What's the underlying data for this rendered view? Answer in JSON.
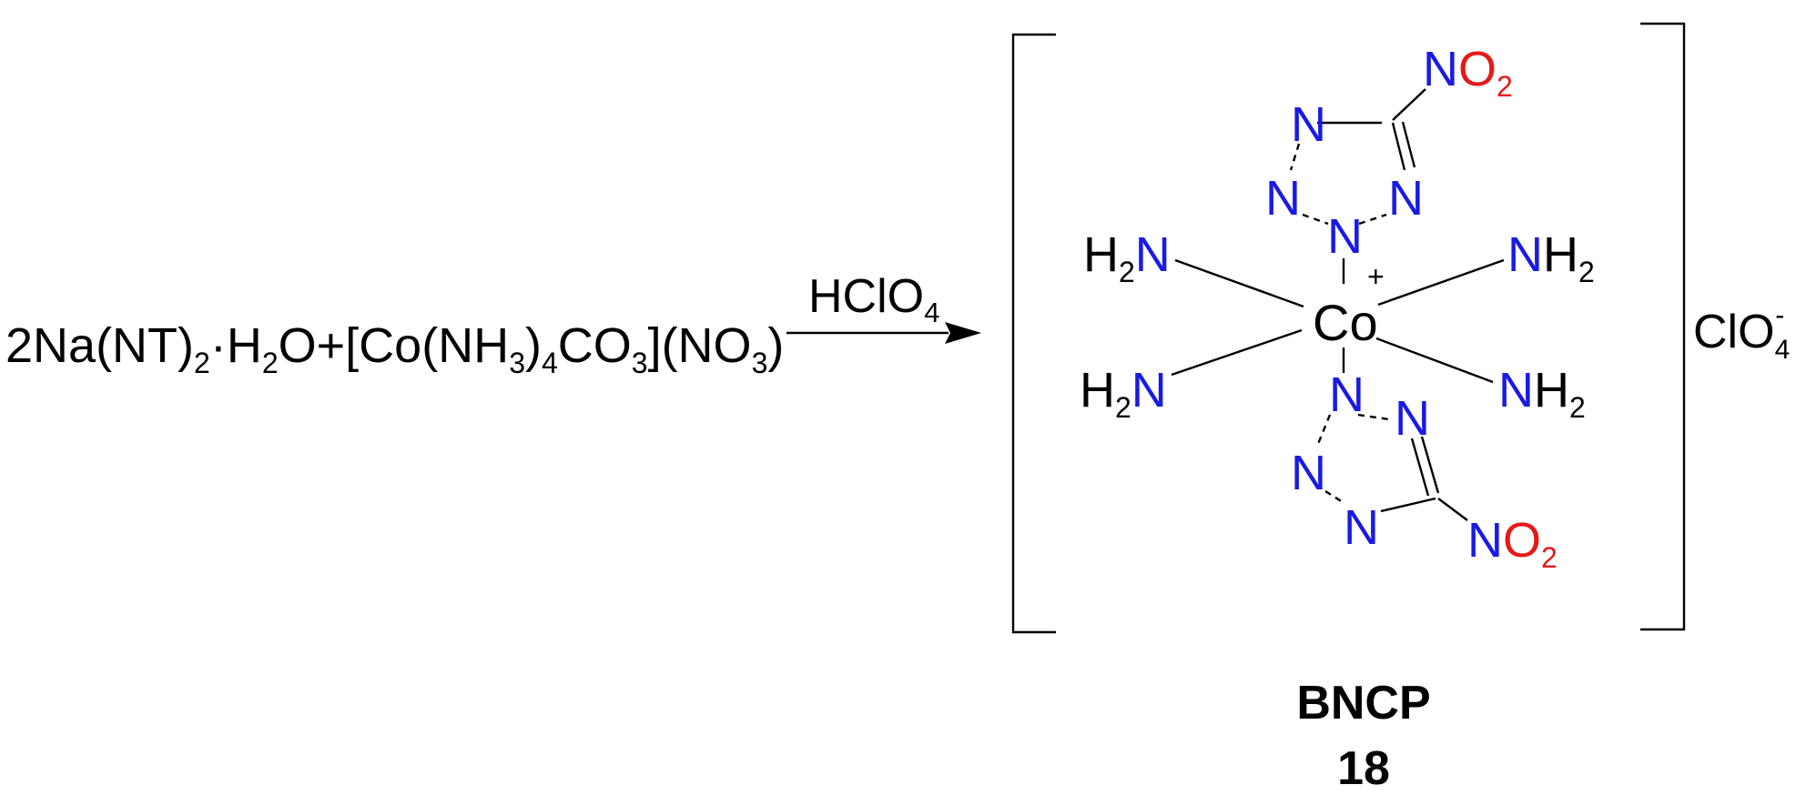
{
  "reaction": {
    "coefficient": "2",
    "reagent1": {
      "main": "Na(NT)",
      "sub": "2",
      "dot": "·",
      "water_h": "H",
      "water_h_sub": "2",
      "water_o": "O"
    },
    "plus": "+",
    "reagent2": {
      "open": "[Co(NH",
      "sub1": "3",
      "part2": ")",
      "sub2": "4",
      "part3": "CO",
      "sub3": "3",
      "part4": "](NO",
      "sub4": "3",
      "part5": ")"
    },
    "arrow_label": {
      "main": "HClO",
      "sub": "4"
    }
  },
  "product": {
    "metal": "Co",
    "charge": "+",
    "ligands": {
      "amine_h": "H",
      "amine_sub": "2",
      "amine_n": "N",
      "ring_n": "N",
      "nitro_n": "N",
      "nitro_o": "O",
      "nitro_sub": "2"
    },
    "counter_ion": {
      "main": "ClO",
      "sub": "4",
      "sup": "-"
    },
    "colors": {
      "nitrogen": "#1a1ae6",
      "oxygen": "#e61919",
      "carbon_bonds": "#000000"
    }
  },
  "caption": {
    "name": "BNCP",
    "number": "18"
  }
}
